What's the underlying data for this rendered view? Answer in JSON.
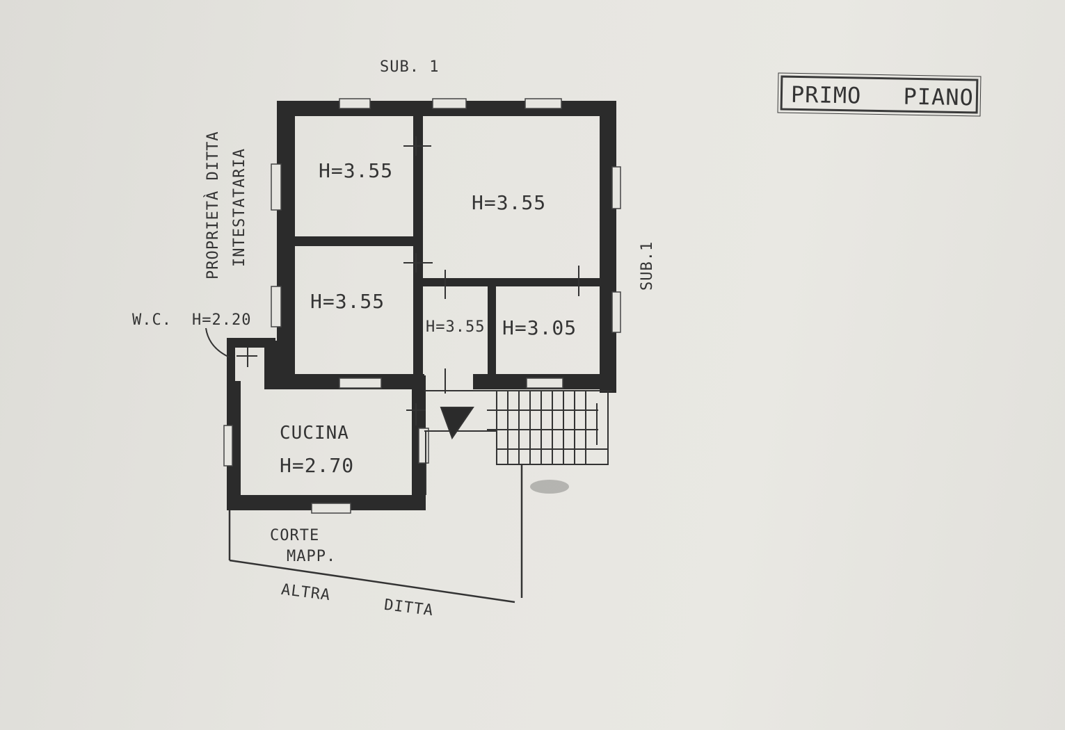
{
  "plan": {
    "title": "PRIMO PIANO",
    "top_label": "SUB. 1",
    "right_label": "SUB.1",
    "left_label_line1": "PROPRIETÀ DITTA",
    "left_label_line2": "INTESTATARIA",
    "wc_label": "W.C.",
    "wc_height": "H=2.20",
    "rooms": {
      "top_left": "H=3.55",
      "top_right": "H=3.55",
      "middle_left": "H=3.55",
      "middle_small": "H=3.55",
      "middle_right": "H=3.05"
    },
    "kitchen_name": "CUCINA",
    "kitchen_height": "H=2.70",
    "court_line1": "CORTE",
    "court_line2": "MAPP.",
    "neighbor_word1": "ALTRA",
    "neighbor_word2": "DITTA"
  }
}
